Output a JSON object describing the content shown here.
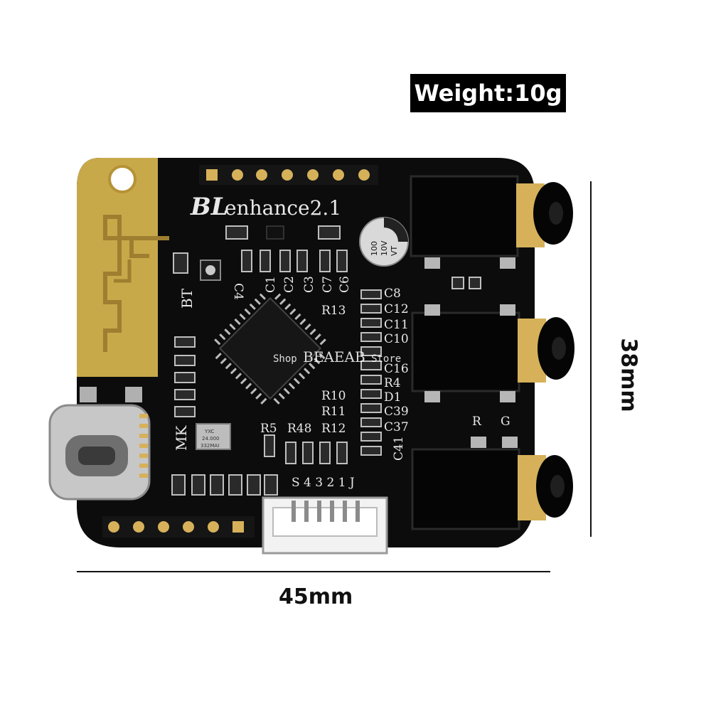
{
  "weight_label": "Weight:10g",
  "dimensions": {
    "width": "45mm",
    "height": "38mm"
  },
  "watermark": {
    "left": "Shop",
    "brand": "BEAEAB",
    "right": "Store"
  },
  "board": {
    "logo": "BL",
    "title": "enhance2.1",
    "silkscreen": {
      "bt": "BT",
      "mk": "MK",
      "caps_top": [
        "C4",
        "C1",
        "C2",
        "C3",
        "C7",
        "C6"
      ],
      "right_col_labels": [
        "C8",
        "C12",
        "C11",
        "C10",
        "C16",
        "R4",
        "D1",
        "C39",
        "C37",
        "C41"
      ],
      "left_col_labels": [
        "R13",
        "R10",
        "R11",
        "R12"
      ],
      "bottom_labels": [
        "R5",
        "R48"
      ],
      "jack_labels": [
        "R",
        "G"
      ],
      "header_labels": "S 4 3 2 1 J",
      "cap_marking": [
        "100",
        "10V",
        "VT"
      ],
      "crystal_marking": [
        "YXC",
        "24.000",
        "332MAI"
      ]
    }
  },
  "colors": {
    "pcb": "#0c0c0c",
    "antenna": "#c8a94a",
    "gold": "#d6b15a",
    "silk": "#e8e8e8"
  }
}
